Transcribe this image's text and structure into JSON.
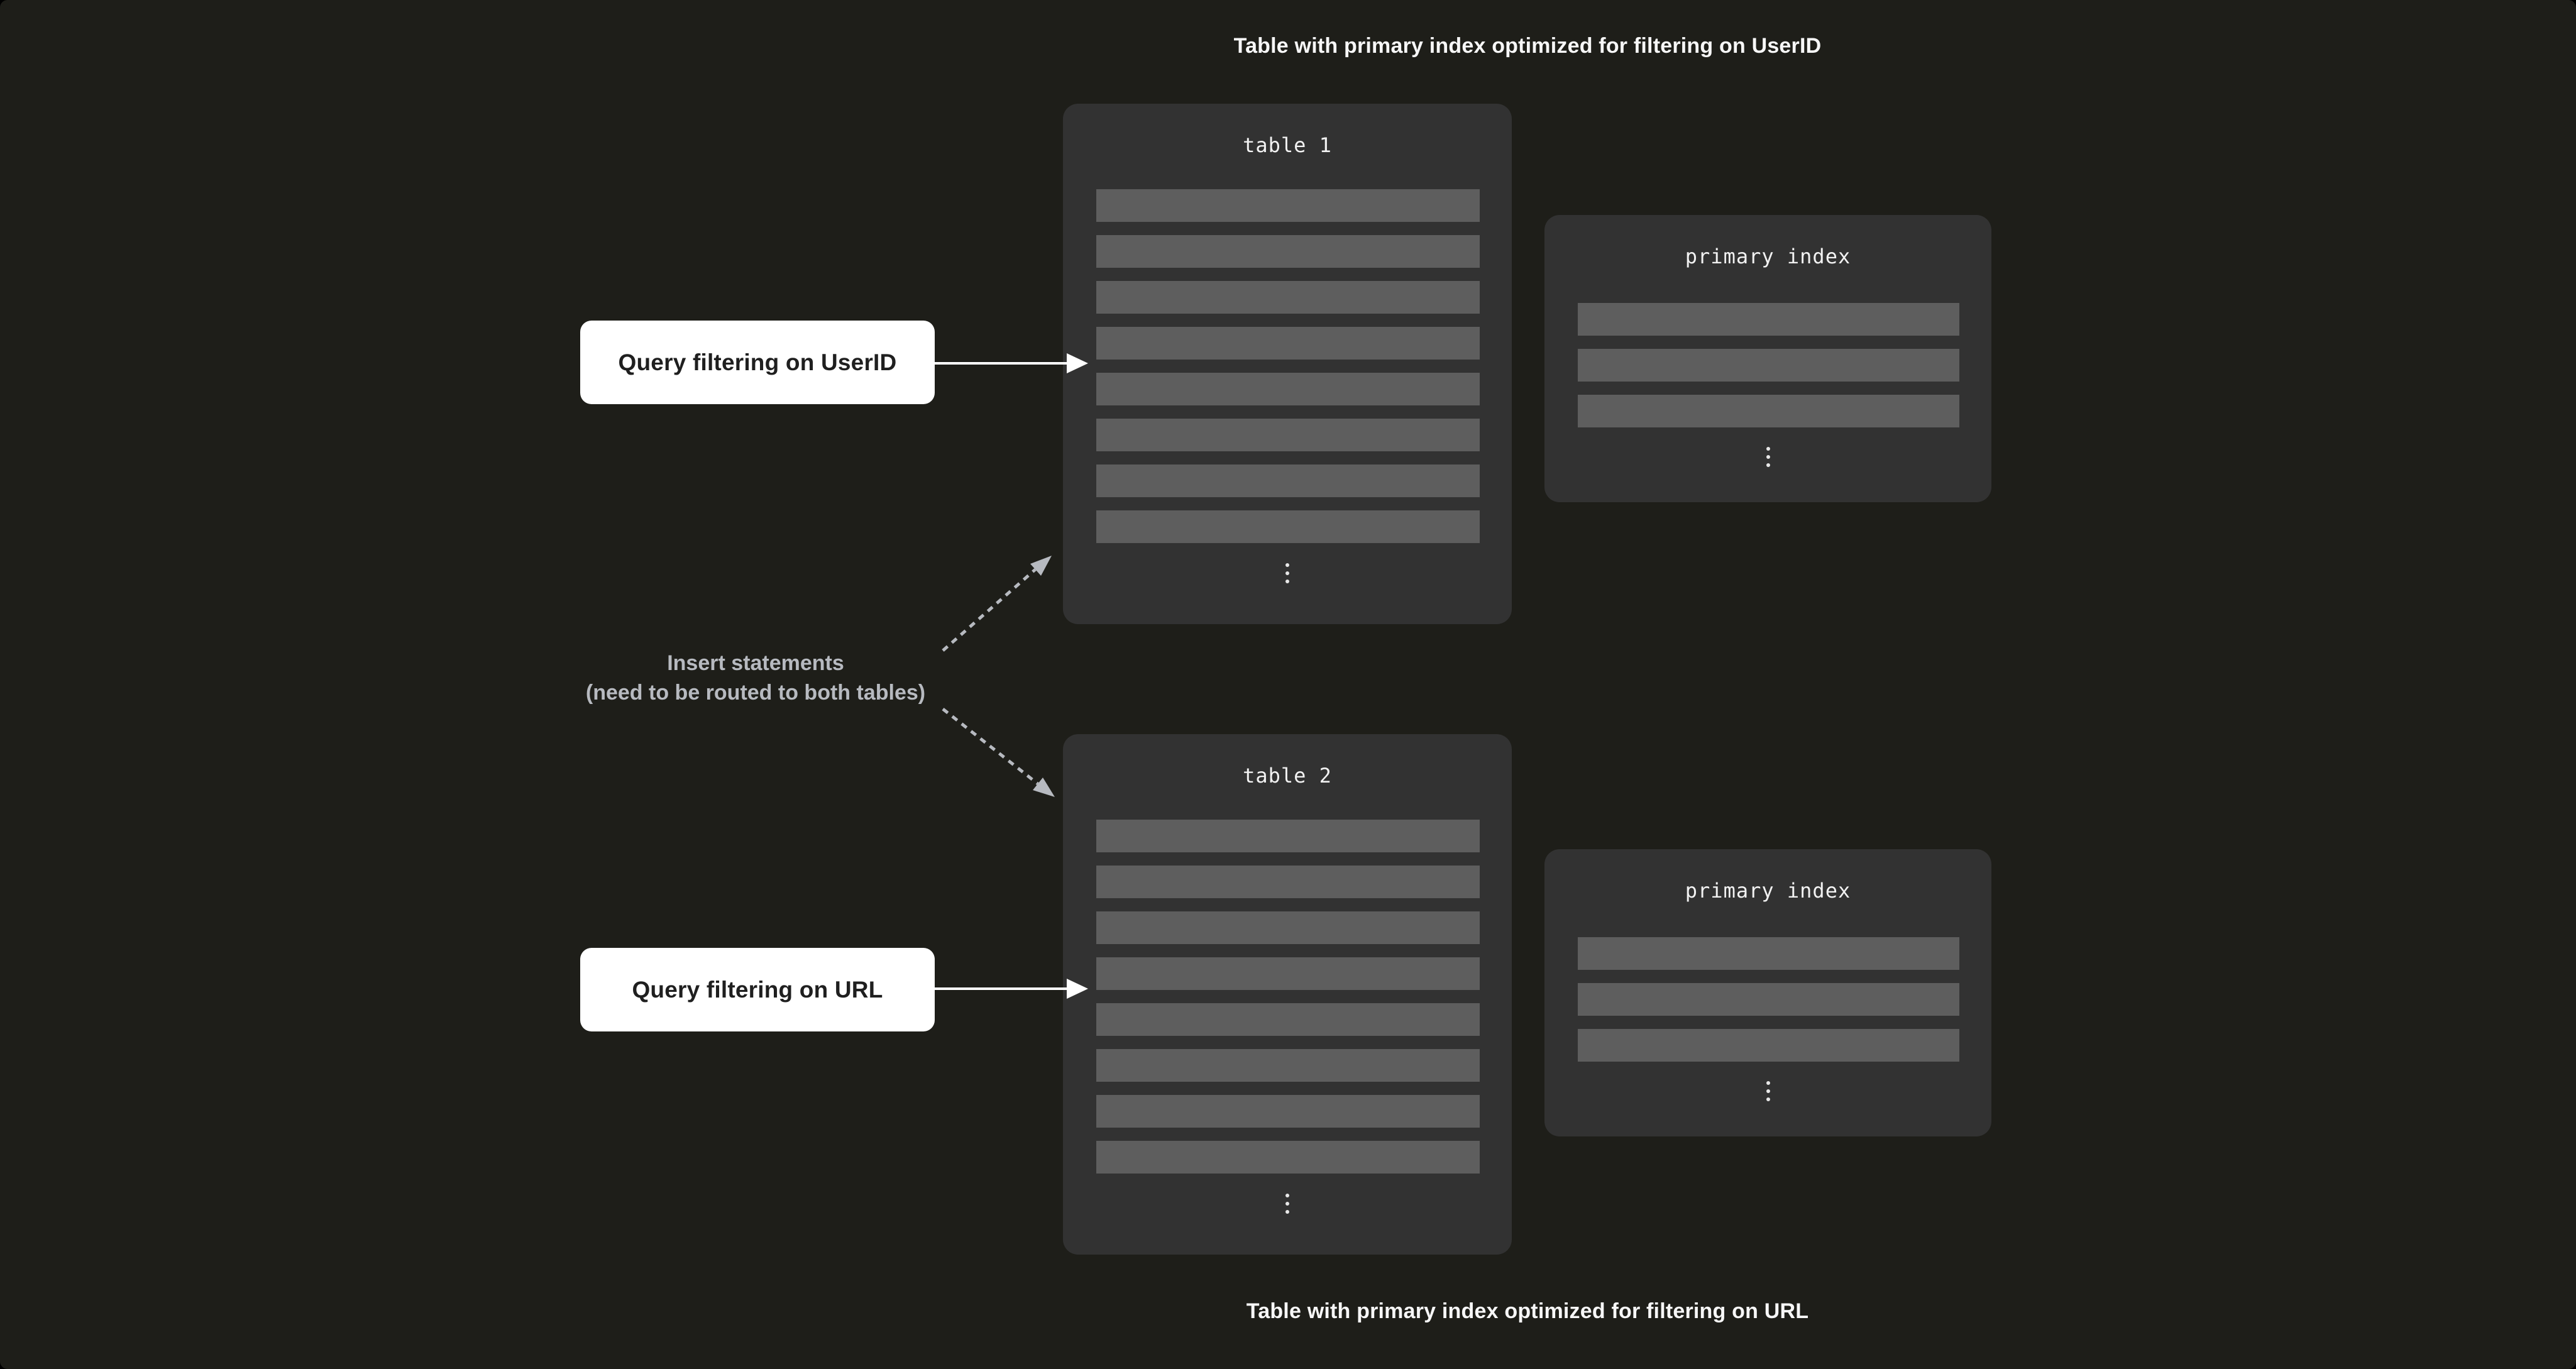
{
  "captions": {
    "top": "Table with primary index optimized for filtering on UserID",
    "bottom": "Table with primary index optimized for filtering on URL"
  },
  "table1": {
    "title": "table 1",
    "row_count": 8
  },
  "table2": {
    "title": "table 2",
    "row_count": 8
  },
  "index1": {
    "title": "primary index",
    "row_count": 3
  },
  "index2": {
    "title": "primary index",
    "row_count": 3
  },
  "labels": {
    "query_userid": "Query filtering on UserID",
    "query_url": "Query filtering on URL",
    "insert_line1": "Insert statements",
    "insert_line2": "(need to be routed to both tables)"
  },
  "colors": {
    "background": "#1e1e19",
    "panel": "#323232",
    "row": "#5e5e5e",
    "label_bg": "#ffffff",
    "label_text": "#1f1f1f",
    "caption_text": "#f7f7f7",
    "muted_text": "#b7bac0",
    "solid_arrow": "#ffffff",
    "dashed_arrow": "#b7bac0"
  }
}
